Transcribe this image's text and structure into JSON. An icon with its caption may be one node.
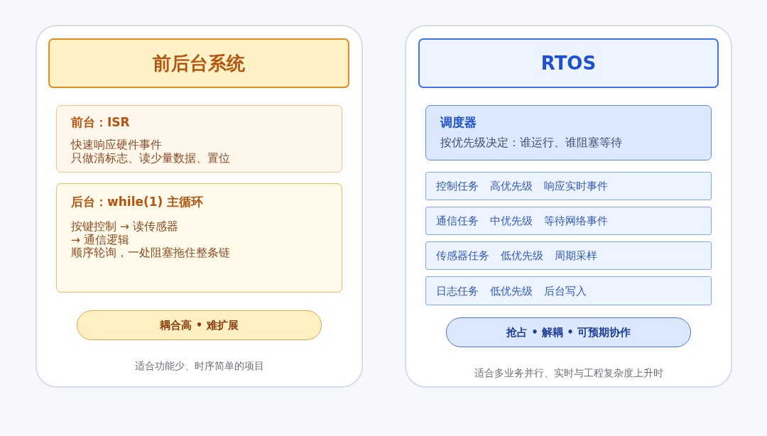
{
  "diagram": {
    "nodes": [
      {
        "text": [
          "适合功能少、时序简单的项目"
        ]
      },
      {
        "text": [
          "前后台系统"
        ],
        "in": 0
      },
      {
        "text": [
          "前台：ISR",
          "快速响应硬件事件",
          "只做清标志、读少量数据、置位"
        ],
        "in": 0
      },
      {
        "text": [
          "后台：while(1) 主循环",
          "按键控制 → 读传感器 → 通信逻辑",
          "顺序轮询，一处阻塞拖住整条链"
        ],
        "in": 0
      },
      {
        "text": [
          "耦合高 • 难扩展"
        ],
        "in": 0
      },
      {
        "text": [
          "适合多业务并行、实时与工程复杂度上升时"
        ]
      },
      {
        "text": [
          "RTOS"
        ],
        "in": 5
      },
      {
        "text": [
          "调度器",
          "按优先级决定：谁运行、谁阻塞等待"
        ],
        "in": 5
      },
      {
        "text": [
          "控制任务",
          "高优先级",
          "响应实时事件"
        ],
        "in": 5
      },
      {
        "text": [
          "通信任务",
          "中优先级",
          "等待网络事件"
        ],
        "in": 5
      },
      {
        "text": [
          "传感器任务",
          "低优先级",
          "周期采样"
        ],
        "in": 5
      },
      {
        "text": [
          "日志任务",
          "低优先级",
          "后台写入"
        ],
        "in": 5
      },
      {
        "text": [
          "抢占 • 解耦 • 可预期协作"
        ],
        "in": 5
      }
    ]
  }
}
